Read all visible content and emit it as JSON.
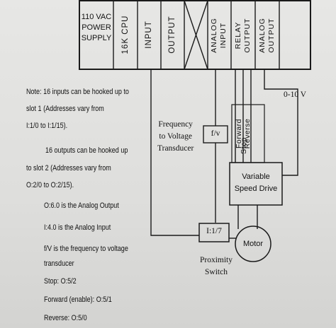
{
  "plc": {
    "power_supply": "110 VAC\nPOWER\nSUPPLY",
    "cpu": "16K CPU",
    "input": "INPUT",
    "output": "OUTPUT",
    "analog_input": "ANALOG\nINPUT",
    "relay_output": "RELAY\nOUTPUT",
    "analog_output": "ANALOG\nOUTPUT"
  },
  "devices": {
    "fv_box": "f/v",
    "fv_label": "Frequency\nto Voltage\nTransducer",
    "i17_box": "I:1/7",
    "proximity_label": "Proximity\nSwitch",
    "vsd_label": "Variable\nSpeed Drive",
    "motor_label": "Motor",
    "forward": "Forward",
    "reverse": "Reverse",
    "stop": "Stop",
    "voltage_range": "0-10 V"
  },
  "notes": {
    "line1": "Note: 16 inputs can be hooked up to",
    "line2": "slot 1 (Addresses vary from",
    "line3": "I:1/0 to I:1/15).",
    "line4": "16 outputs can be hooked up",
    "line5": "to slot 2 (Addresses vary from",
    "line6": "O:2/0 to O:2/15).",
    "line7": "O:6.0 is the Analog Output",
    "line8": "I:4.0 is the Analog Input",
    "line9": "f/V is the frequency to voltage",
    "line10": "transducer",
    "line11": "Stop: O:5/2",
    "line12": "Forward (enable): O:5/1",
    "line13": "Reverse: O:5/0"
  }
}
